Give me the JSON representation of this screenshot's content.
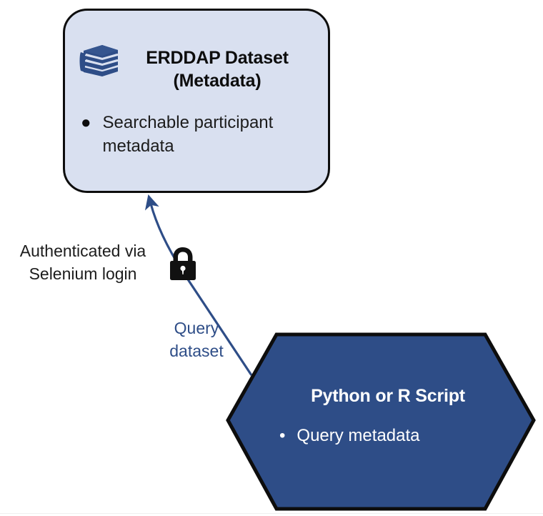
{
  "diagram": {
    "title": "ERDDAP metadata query flow",
    "colors": {
      "node_fill_light": "#D9E0F0",
      "node_fill_dark": "#2E4D87",
      "node_stroke": "#0D0D0D",
      "connector": "#2E4D87",
      "text_dark": "#1C1C1C",
      "text_light": "#FFFFFF"
    }
  },
  "nodes": {
    "erddap": {
      "icon": "books-icon",
      "title_line1": "ERDDAP Dataset",
      "title_line2": "(Metadata)",
      "bullet_marker": "●",
      "bullet_text": "Searchable participant metadata"
    },
    "script": {
      "title": "Python or R Script",
      "bullet_marker": "•",
      "bullet_text": "Query metadata"
    }
  },
  "connector": {
    "arrow_direction": "script-to-erddap",
    "badge_icon": "lock-icon",
    "label_auth_line1": "Authenticated via",
    "label_auth_line2": "Selenium login",
    "label_query_line1": "Query",
    "label_query_line2": "dataset"
  }
}
